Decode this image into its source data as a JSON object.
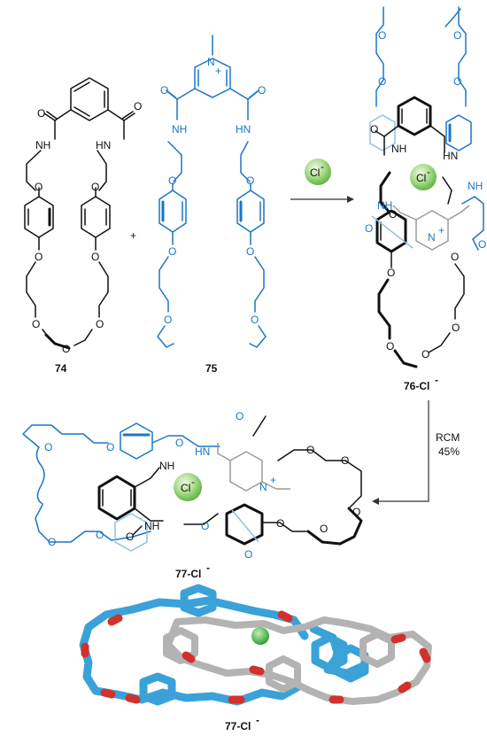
{
  "compounds": {
    "c74": "74",
    "c75": "75",
    "c76": "76-Cl",
    "c77": "77-Cl",
    "c77_crystal": "77-Cl"
  },
  "anion": {
    "label": "Cl",
    "charge": "-"
  },
  "reagents": {
    "plus": "+",
    "rcm_line1": "RCM",
    "rcm_line2": "45%"
  },
  "atoms": {
    "O": "O",
    "NH": "NH",
    "HN": "HN",
    "N": "N",
    "plus_charge": "+"
  },
  "colors": {
    "component_black": "#111111",
    "component_blue": "#1a76c8",
    "chloride_sphere": "#7dc95e",
    "oxygen_red": "#d2312b",
    "carbon_blue": "#3aa2d8",
    "carbon_grey": "#b3b3b3"
  }
}
